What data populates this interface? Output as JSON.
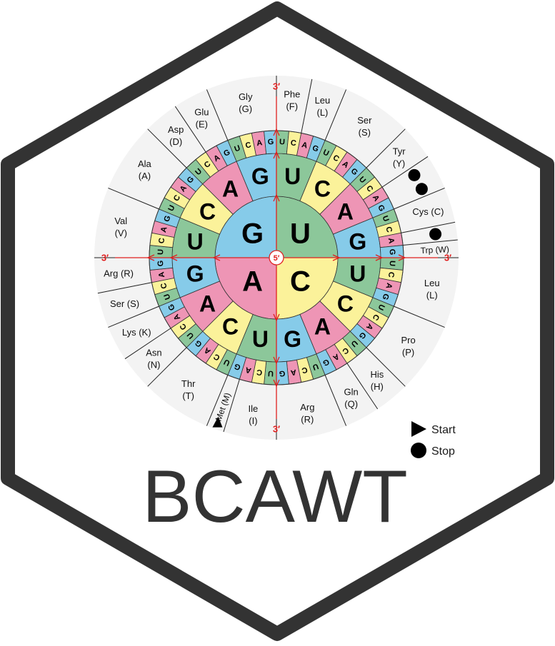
{
  "title": "BCAWT",
  "end_labels": {
    "five_prime": "5′",
    "three_prime": "3′"
  },
  "legend": {
    "start": "Start",
    "stop": "Stop"
  },
  "colors": {
    "A": "#ee95b5",
    "U": "#8cc79a",
    "G": "#86cbe9",
    "C": "#fbf29a",
    "red": "#e0201f",
    "outline": "#333333",
    "label_bg": "#f3f3f3"
  },
  "codon_wheel": {
    "first_position": [
      "U",
      "C",
      "A",
      "G"
    ],
    "second_position": [
      "U",
      "C",
      "A",
      "G"
    ],
    "third_position": [
      "U",
      "C",
      "A",
      "G"
    ],
    "amino_acids": [
      {
        "name": "Phe",
        "code": "(F)"
      },
      {
        "name": "Leu",
        "code": "(L)"
      },
      {
        "name": "Ser",
        "code": "(S)"
      },
      {
        "name": "Tyr",
        "code": "(Y)"
      },
      {
        "name": "Cys (C)",
        "code": ""
      },
      {
        "name": "Trp (W)",
        "code": ""
      },
      {
        "name": "Leu",
        "code": "(L)"
      },
      {
        "name": "Pro",
        "code": "(P)"
      },
      {
        "name": "His",
        "code": "(H)"
      },
      {
        "name": "Gln",
        "code": "(Q)"
      },
      {
        "name": "Arg",
        "code": "(R)"
      },
      {
        "name": "Ile",
        "code": "(I)"
      },
      {
        "name": "Met (M)",
        "code": ""
      },
      {
        "name": "Thr",
        "code": "(T)"
      },
      {
        "name": "Asn",
        "code": "(N)"
      },
      {
        "name": "Lys (K)",
        "code": ""
      },
      {
        "name": "Ser (S)",
        "code": ""
      },
      {
        "name": "Arg (R)",
        "code": ""
      },
      {
        "name": "Val",
        "code": "(V)"
      },
      {
        "name": "Ala",
        "code": "(A)"
      },
      {
        "name": "Asp",
        "code": "(D)"
      },
      {
        "name": "Glu",
        "code": "(E)"
      },
      {
        "name": "Gly",
        "code": "(G)"
      }
    ],
    "stop_codons": [
      "UAA",
      "UAG",
      "UGA"
    ],
    "start_codon": "AUG"
  }
}
